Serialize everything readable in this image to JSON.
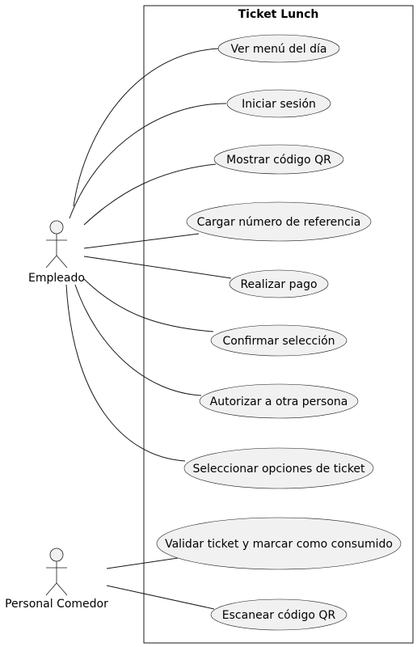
{
  "diagram": {
    "system_title": "Ticket Lunch",
    "actors": [
      {
        "id": "empleado",
        "label": "Empleado"
      },
      {
        "id": "personal_comedor",
        "label": "Personal Comedor"
      }
    ],
    "use_cases": [
      {
        "id": "uc1",
        "label": "Ver menú del día"
      },
      {
        "id": "uc2",
        "label": "Iniciar sesión"
      },
      {
        "id": "uc3",
        "label": "Mostrar código QR"
      },
      {
        "id": "uc4",
        "label": "Cargar número de referencia"
      },
      {
        "id": "uc5",
        "label": "Realizar pago"
      },
      {
        "id": "uc6",
        "label": "Confirmar selección"
      },
      {
        "id": "uc7",
        "label": "Autorizar a otra persona"
      },
      {
        "id": "uc8",
        "label": "Seleccionar opciones de ticket"
      },
      {
        "id": "uc9",
        "label": "Validar ticket y marcar como consumido"
      },
      {
        "id": "uc10",
        "label": "Escanear código QR"
      }
    ],
    "associations": [
      {
        "from": "empleado",
        "to": "uc1"
      },
      {
        "from": "empleado",
        "to": "uc2"
      },
      {
        "from": "empleado",
        "to": "uc3"
      },
      {
        "from": "empleado",
        "to": "uc4"
      },
      {
        "from": "empleado",
        "to": "uc5"
      },
      {
        "from": "empleado",
        "to": "uc6"
      },
      {
        "from": "empleado",
        "to": "uc7"
      },
      {
        "from": "empleado",
        "to": "uc8"
      },
      {
        "from": "personal_comedor",
        "to": "uc9"
      },
      {
        "from": "personal_comedor",
        "to": "uc10"
      }
    ]
  }
}
